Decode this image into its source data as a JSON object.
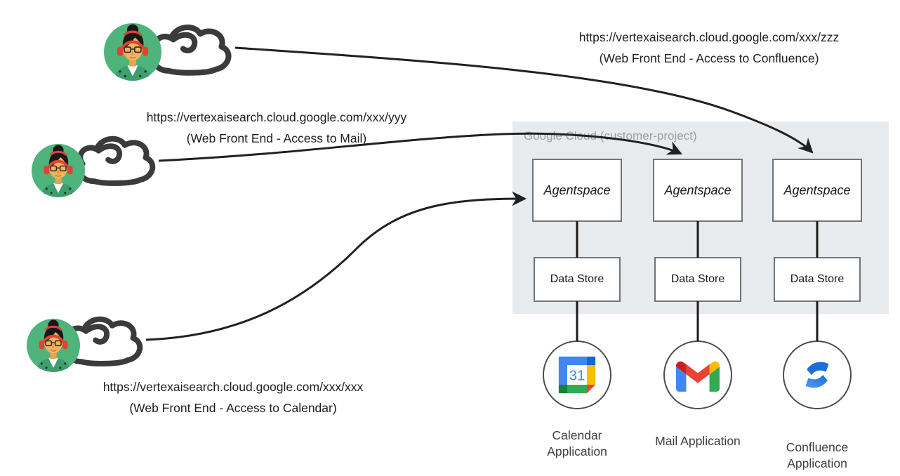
{
  "cloud_panel": {
    "label": "Google Cloud (customer-project)"
  },
  "requests": [
    {
      "url": "https://vertexaisearch.cloud.google.com/xxx/zzz",
      "caption": "(Web Front End - Access to Confluence)"
    },
    {
      "url": "https://vertexaisearch.cloud.google.com/xxx/yyy",
      "caption": "(Web Front End - Access to Mail)"
    },
    {
      "url": "https://vertexaisearch.cloud.google.com/xxx/xxx",
      "caption": "(Web Front End - Access to Calendar)"
    }
  ],
  "columns": [
    {
      "agent_label": "Agentspace",
      "store_label": "Data Store",
      "app_label": "Calendar Application",
      "icon": "google-calendar-icon"
    },
    {
      "agent_label": "Agentspace",
      "store_label": "Data Store",
      "app_label": "Mail Application",
      "icon": "gmail-icon"
    },
    {
      "agent_label": "Agentspace",
      "store_label": "Data Store",
      "app_label": "Confluence Application",
      "icon": "confluence-icon"
    }
  ],
  "icons": {
    "calendar_day": "31"
  },
  "colors": {
    "panel_bg": "#e8ebee",
    "panel_label": "#9aa0a6",
    "arrow": "#212121",
    "box_border": "#70757a",
    "google_blue": "#4285F4",
    "google_dark_blue": "#1967D2",
    "google_red": "#EA4335",
    "google_dark_red": "#C5221F",
    "google_yellow": "#FBBC04",
    "google_green": "#34A853",
    "google_dark_green": "#188038",
    "confluence_blue": "#1C6EDB",
    "avatar_green": "#4fb47c",
    "headphone_red": "#dd4433",
    "cloud_outline": "#3b3b3b"
  }
}
